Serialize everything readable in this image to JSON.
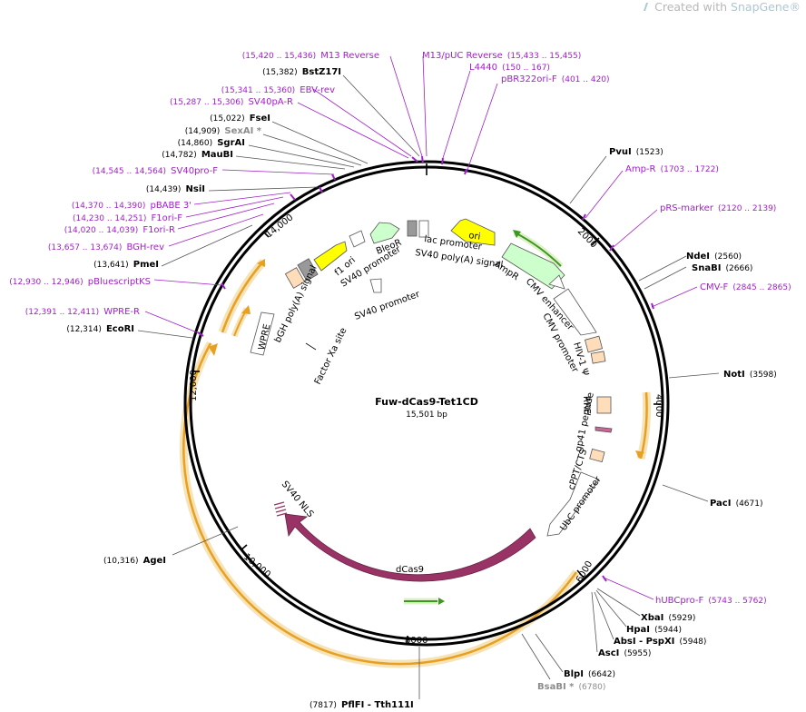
{
  "watermark": {
    "prefix": "Created with ",
    "brand": "SnapGene®",
    "icon": "snapgene-logo-icon"
  },
  "plasmid": {
    "name": "Fuw-dCas9-Tet1CD",
    "length_label": "15,501 bp"
  },
  "ruler_ticks": [
    "2000",
    "4000",
    "6000",
    "8000",
    "10,000",
    "12,000",
    "14,000"
  ],
  "sites": [
    {
      "name": "BstZ17I",
      "pos": "(15,382)"
    },
    {
      "name": "FseI",
      "pos": "(15,022)"
    },
    {
      "name": "SexAI *",
      "pos": "(14,909)"
    },
    {
      "name": "SgrAI",
      "pos": "(14,860)"
    },
    {
      "name": "MauBI",
      "pos": "(14,782)"
    },
    {
      "name": "NsiI",
      "pos": "(14,439)"
    },
    {
      "name": "PmeI",
      "pos": "(13,641)"
    },
    {
      "name": "EcoRI",
      "pos": "(12,314)"
    },
    {
      "name": "AgeI",
      "pos": "(10,316)"
    },
    {
      "name": "PflFI - Tth111I",
      "pos": "(7817)"
    },
    {
      "name": "BsaBI *",
      "pos": "(6780)"
    },
    {
      "name": "BlpI",
      "pos": "(6642)"
    },
    {
      "name": "AscI",
      "pos": "(5955)"
    },
    {
      "name": "AbsI - PspXI",
      "pos": "(5948)"
    },
    {
      "name": "HpaI",
      "pos": "(5944)"
    },
    {
      "name": "XbaI",
      "pos": "(5929)"
    },
    {
      "name": "PacI",
      "pos": "(4671)"
    },
    {
      "name": "NotI",
      "pos": "(3598)"
    },
    {
      "name": "SnaBI",
      "pos": "(2666)"
    },
    {
      "name": "NdeI",
      "pos": "(2560)"
    },
    {
      "name": "PvuI",
      "pos": "(1523)"
    }
  ],
  "primers": [
    {
      "name": "M13 Reverse",
      "pos": "(15,420 .. 15,436)"
    },
    {
      "name": "EBV-rev",
      "pos": "(15,341 .. 15,360)"
    },
    {
      "name": "SV40pA-R",
      "pos": "(15,287 .. 15,306)"
    },
    {
      "name": "SV40pro-F",
      "pos": "(14,545 .. 14,564)"
    },
    {
      "name": "pBABE 3'",
      "pos": "(14,370 .. 14,390)"
    },
    {
      "name": "F1ori-F",
      "pos": "(14,230 .. 14,251)"
    },
    {
      "name": "F1ori-R",
      "pos": "(14,020 .. 14,039)"
    },
    {
      "name": "BGH-rev",
      "pos": "(13,657 .. 13,674)"
    },
    {
      "name": "pBluescriptKS",
      "pos": "(12,930 .. 12,946)"
    },
    {
      "name": "WPRE-R",
      "pos": "(12,391 .. 12,411)"
    },
    {
      "name": "M13/pUC Reverse",
      "pos": "(15,433 .. 15,455)"
    },
    {
      "name": "L4440",
      "pos": "(150 .. 167)"
    },
    {
      "name": "pBR322ori-F",
      "pos": "(401 .. 420)"
    },
    {
      "name": "Amp-R",
      "pos": "(1703 .. 1722)"
    },
    {
      "name": "pRS-marker",
      "pos": "(2120 .. 2139)"
    },
    {
      "name": "CMV-F",
      "pos": "(2845 .. 2865)"
    },
    {
      "name": "hUBCpro-F",
      "pos": "(5743 .. 5762)"
    }
  ],
  "features": {
    "ori": "ori",
    "lac_promoter": "lac promoter",
    "sv40_polya": "SV40 poly(A) signal",
    "ampr": "AmpR",
    "cmv_enhancer": "CMV enhancer",
    "cmv_promoter": "CMV promoter",
    "hiv_psi": "HIV-1 Ψ",
    "rre": "RRE",
    "gp41": "gp41 peptide",
    "cppt": "cPPT/CTS",
    "ubc": "UbC promoter",
    "sv40_nls": "SV40 NLS",
    "dcas9": "dCas9",
    "wpre": "WPRE",
    "bgh": "bGH poly(A) signal",
    "f1ori": "f1 ori",
    "sv40_promoter_1": "SV40 promoter",
    "bleor": "BleoR",
    "sv40_promoter_2": "SV40 promoter",
    "factor_xa": "Factor Xa site"
  },
  "colors": {
    "ori": "#ffff00",
    "ampr": "#ccffcc",
    "promoter": "#ffffff",
    "protein": "#993366",
    "misc": "#ffddbb",
    "bgh": "#999999",
    "orf": "#e8a020",
    "primer": "#a020c8"
  }
}
